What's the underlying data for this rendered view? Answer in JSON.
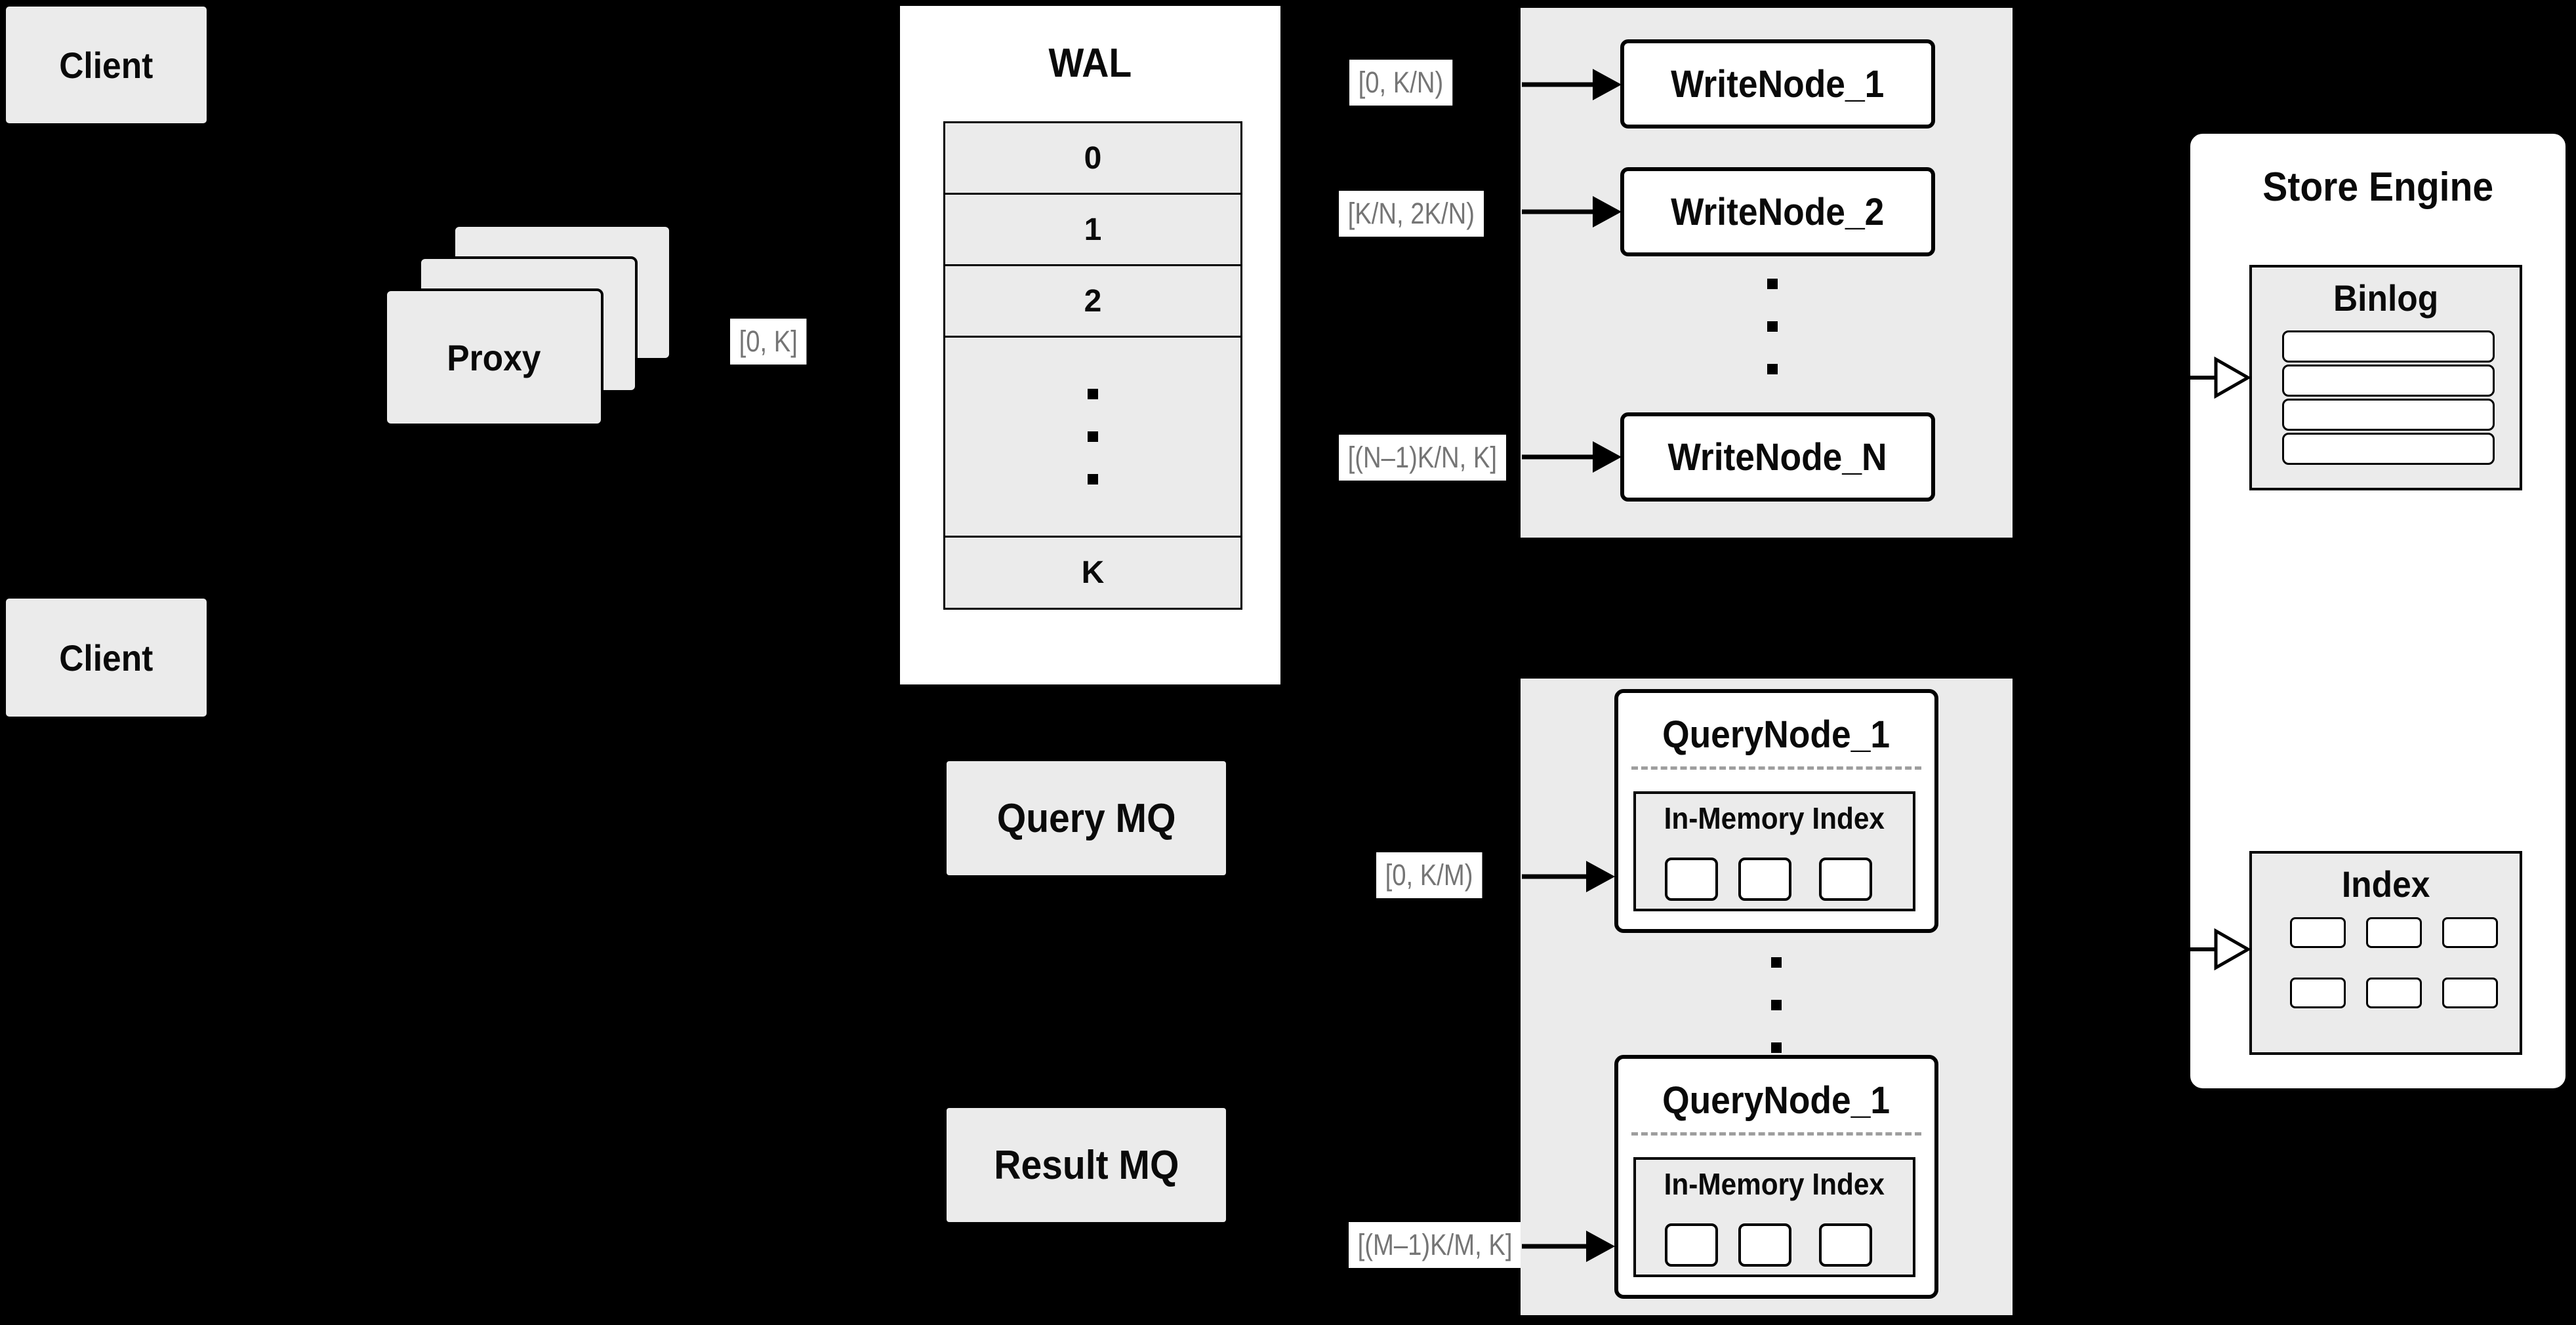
{
  "colors": {
    "background": "#000000",
    "panel_gray": "#ebebeb",
    "box_white": "#ffffff",
    "border_black": "#000000",
    "range_label_text": "#757575",
    "dashed_divider": "#9e9e9e"
  },
  "clients": {
    "top": "Client",
    "bottom": "Client"
  },
  "proxy": {
    "title": "Proxy"
  },
  "wal": {
    "title": "WAL",
    "rows": [
      "0",
      "1",
      "2"
    ],
    "last_row": "K"
  },
  "write_nodes": [
    "WriteNode_1",
    "WriteNode_2",
    "WriteNode_N"
  ],
  "query_nodes": [
    {
      "title": "QueryNode_1",
      "memory_index_title": "In-Memory Index"
    },
    {
      "title": "QueryNode_1",
      "memory_index_title": "In-Memory Index"
    }
  ],
  "message_queues": {
    "query": "Query MQ",
    "result": "Result MQ"
  },
  "store_engine": {
    "title": "Store Engine",
    "binlog_title": "Binlog",
    "index_title": "Index"
  },
  "edge_labels": {
    "proxy_to_wal": "[0, K]",
    "wal_to_writenode_1": "[0, K/N)",
    "wal_to_writenode_2": "[K/N, 2K/N)",
    "wal_to_writenode_n": "[(N–1)K/N, K]",
    "query_mq_to_querynode_1": "[0, K/M)",
    "query_mq_to_querynode_m": "[(M–1)K/M, K]"
  }
}
